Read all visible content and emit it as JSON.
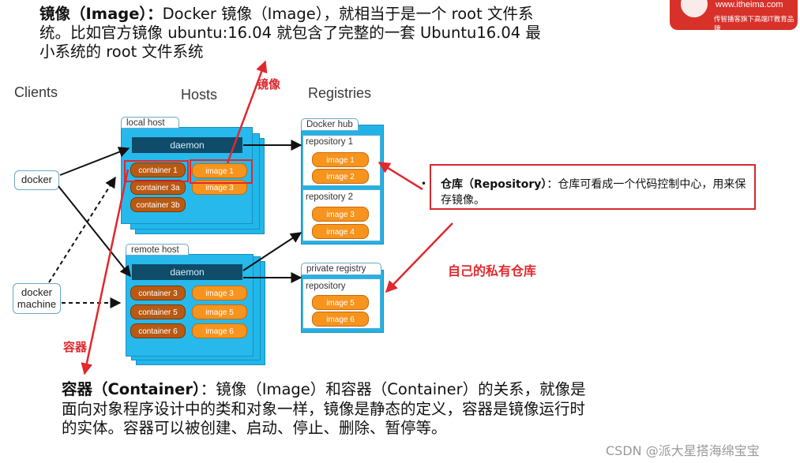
{
  "header": {
    "term": "镜像（Image）：",
    "text": "Docker 镜像（Image），就相当于是一个 root 文件系统。比如官方镜像 ubuntu:16.04 就包含了完整的一套 Ubuntu16.04 最小系统的 root 文件系统"
  },
  "logo": {
    "url": "www.itheima.com",
    "slogan": "传智播客旗下高端IT教育品牌"
  },
  "columns": {
    "clients": "Clients",
    "hosts": "Hosts",
    "registries": "Registries"
  },
  "clients": {
    "docker": "docker",
    "machine_line1": "docker",
    "machine_line2": "machine"
  },
  "local_host": {
    "tab": "local host",
    "daemon": "daemon",
    "containers": [
      "container 1",
      "container 3a",
      "container 3b"
    ],
    "images": [
      "image 1",
      "image 3"
    ]
  },
  "remote_host": {
    "tab": "remote host",
    "daemon": "daemon",
    "containers": [
      "container 3",
      "container 5",
      "container 6"
    ],
    "images": [
      "image 3",
      "image 5",
      "image 6"
    ]
  },
  "docker_hub": {
    "tab": "Docker hub",
    "repo1": {
      "label": "repository 1",
      "images": [
        "image 1",
        "image 2"
      ]
    },
    "repo2": {
      "label": "repository 2",
      "images": [
        "image 3",
        "image 4"
      ]
    }
  },
  "private_registry": {
    "tab": "private registry",
    "repo": {
      "label": "repository",
      "images": [
        "image 5",
        "image 6"
      ]
    }
  },
  "annotations": {
    "image": "镜像",
    "container": "容器",
    "private_repo": "自己的私有仓库"
  },
  "repository_note": {
    "bullet": "•",
    "term": "仓库（Repository）",
    "text": "：仓库可看成一个代码控制中心，用来保存镜像。"
  },
  "footer": {
    "term": "容器（Container）",
    "text": "：镜像（Image）和容器（Container）的关系，就像是面向对象程序设计中的类和对象一样，镜像是静态的定义，容器是镜像运行时的实体。容器可以被创建、启动、停止、删除、暂停等。"
  },
  "watermark": "CSDN @派大星搭海绵宝宝",
  "colors": {
    "host_blue": "#27b9ec",
    "daemon": "#0e4c6a",
    "container": "#b85a14",
    "image": "#f7941e",
    "annotation_red": "#e0282e"
  }
}
